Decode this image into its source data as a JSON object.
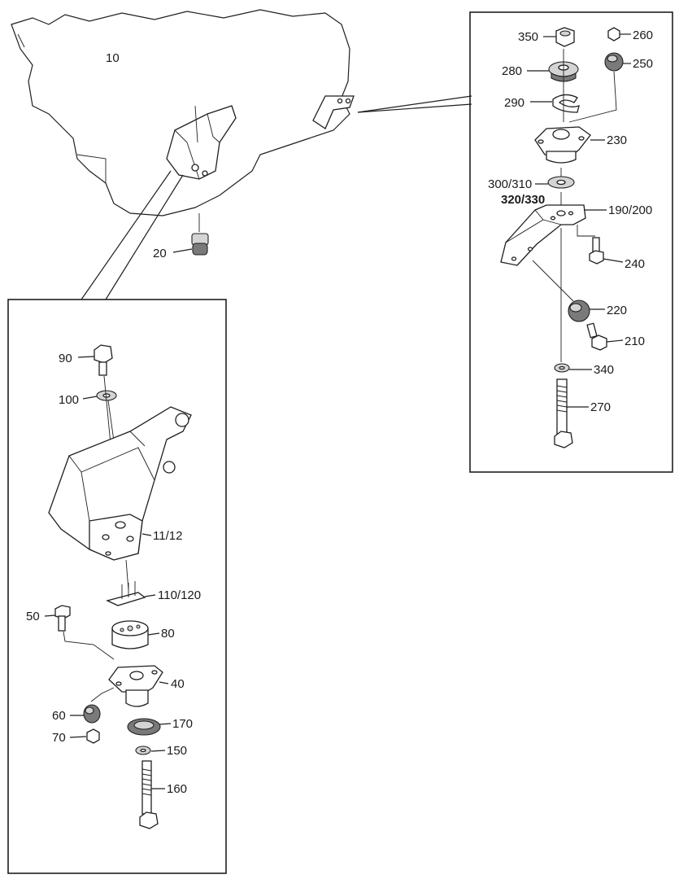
{
  "labels": {
    "p10": "10",
    "p20": "20",
    "p90": "90",
    "p100": "100",
    "p11_12": "11/12",
    "p110_120": "110/120",
    "p50": "50",
    "p80": "80",
    "p40": "40",
    "p60": "60",
    "p70": "70",
    "p170": "170",
    "p150": "150",
    "p160": "160",
    "p350": "350",
    "p260": "260",
    "p280": "280",
    "p250": "250",
    "p290": "290",
    "p230": "230",
    "p300_310": "300/310",
    "p320_330": "320/330",
    "p190_200": "190/200",
    "p240": "240",
    "p220": "220",
    "p210": "210",
    "p340": "340",
    "p270": "270"
  }
}
